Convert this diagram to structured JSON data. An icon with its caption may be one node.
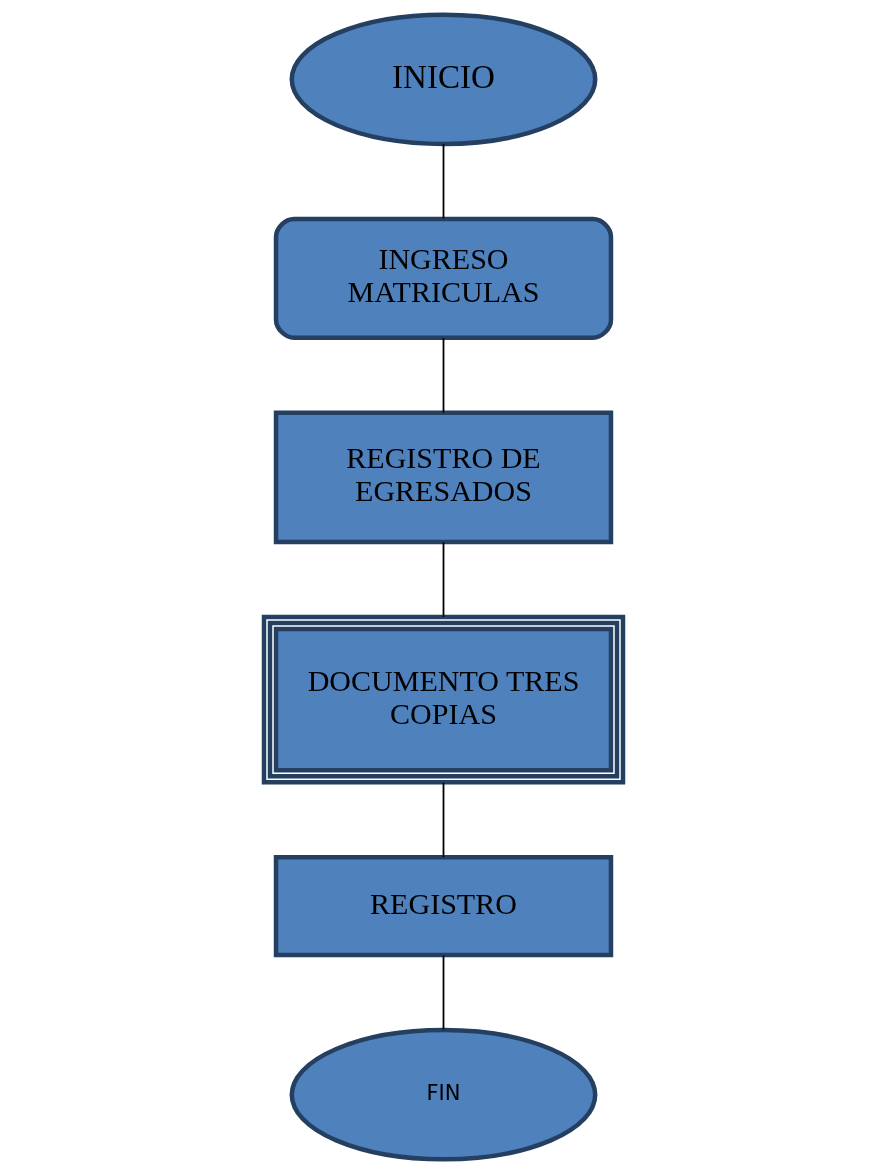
{
  "diagram": {
    "nodes": [
      {
        "text": [
          "INICIO"
        ]
      },
      {
        "text": [
          "INGRESO MATRICULAS"
        ]
      },
      {
        "text": [
          "REGISTRO DE EGRESADOS"
        ]
      },
      {
        "text": [
          "DOCUMENTO TRES COPIAS"
        ]
      },
      {
        "text": [
          "REGISTRO"
        ]
      },
      {
        "text": [
          "FIN"
        ]
      }
    ],
    "edges": [
      {
        "from": 0,
        "to": 1,
        "arrow": "none"
      },
      {
        "from": 1,
        "to": 2,
        "arrow": "none"
      },
      {
        "from": 2,
        "to": 3,
        "arrow": "none"
      },
      {
        "from": 3,
        "to": 4,
        "arrow": "none"
      },
      {
        "from": 4,
        "to": 5,
        "arrow": "none"
      }
    ]
  }
}
